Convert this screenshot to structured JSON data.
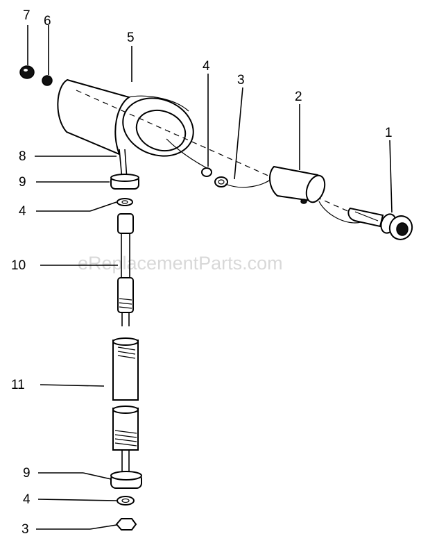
{
  "watermark": "eReplacementParts.com",
  "callouts": [
    {
      "id": "c7",
      "text": "7"
    },
    {
      "id": "c6",
      "text": "6"
    },
    {
      "id": "c5",
      "text": "5"
    },
    {
      "id": "c4a",
      "text": "4"
    },
    {
      "id": "c3a",
      "text": "3"
    },
    {
      "id": "c2",
      "text": "2"
    },
    {
      "id": "c1",
      "text": "1"
    },
    {
      "id": "c8",
      "text": "8"
    },
    {
      "id": "c9a",
      "text": "9"
    },
    {
      "id": "c4b",
      "text": "4"
    },
    {
      "id": "c10",
      "text": "10"
    },
    {
      "id": "c11",
      "text": "11"
    },
    {
      "id": "c9b",
      "text": "9"
    },
    {
      "id": "c4c",
      "text": "4"
    },
    {
      "id": "c3b",
      "text": "3"
    }
  ]
}
